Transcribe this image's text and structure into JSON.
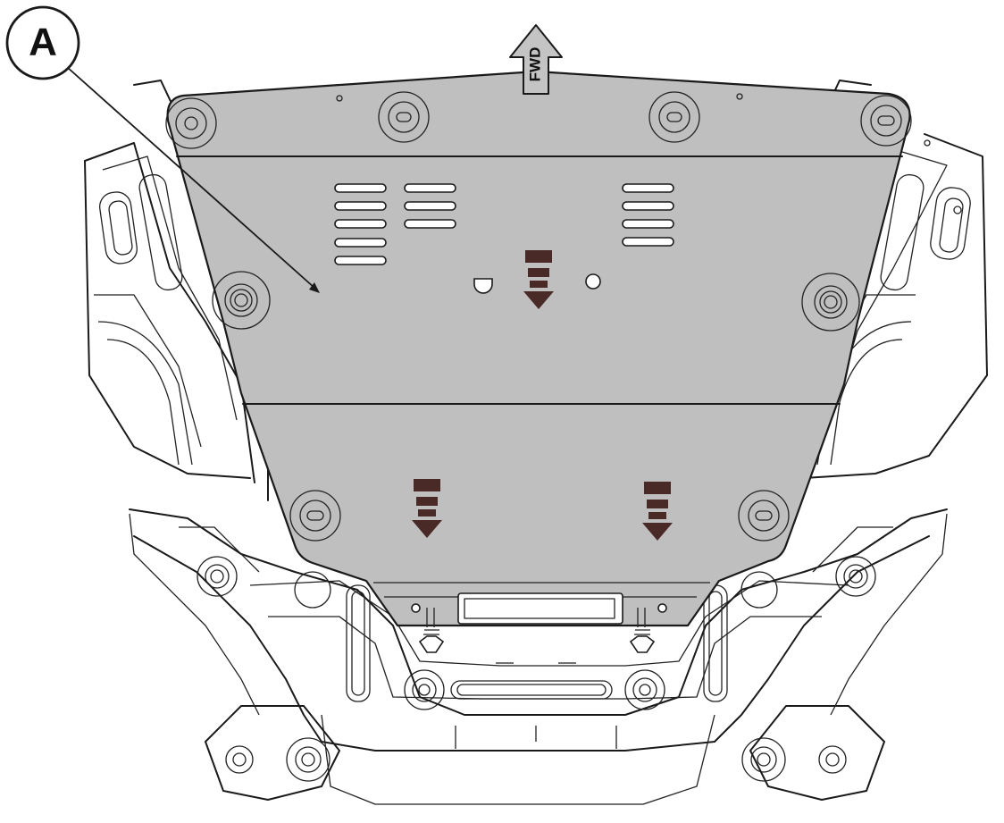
{
  "callout": {
    "label": "A"
  },
  "direction_marker": {
    "label": "FWD"
  },
  "colors": {
    "skid_plate": "#bfbfbf",
    "arrow": "#4a2a26",
    "line": "#1a1a1a",
    "background": "#ffffff"
  },
  "icons": [
    "callout-circle",
    "leader-line",
    "fwd-arrow-icon",
    "down-arrow-icon",
    "bolt-icon"
  ]
}
